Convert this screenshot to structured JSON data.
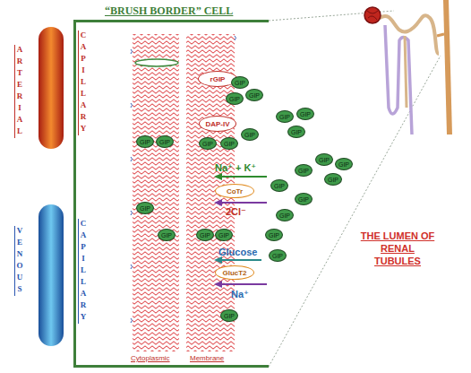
{
  "diagram": {
    "nodes": [
      {
        "text": [
          "“BRUSH BORDER” CELL"
        ]
      },
      {
        "text": [
          "ARTERIAL",
          "CAPILLARY"
        ]
      },
      {
        "text": [
          "VENOUS",
          "CAPILLARY"
        ]
      },
      {
        "text": [
          "rGIP"
        ],
        "in": 0
      },
      {
        "text": [
          "DAP-IV"
        ],
        "in": 0
      },
      {
        "text": [
          "CoTr"
        ],
        "in": 0
      },
      {
        "text": [
          "GlucT2"
        ],
        "in": 0
      },
      {
        "text": [
          "GIP"
        ],
        "in": 0
      },
      {
        "text": [
          "GIP"
        ],
        "in": 0
      },
      {
        "text": [
          "GIP"
        ],
        "in": 0
      },
      {
        "text": [
          "GIP"
        ],
        "in": 0
      },
      {
        "text": [
          "GIP"
        ],
        "in": 0
      },
      {
        "text": [
          "GIP"
        ],
        "in": 0
      },
      {
        "text": [
          "GIP"
        ],
        "in": 0
      },
      {
        "text": [
          "GIP"
        ],
        "in": 0
      },
      {
        "text": [
          "GIP"
        ],
        "in": 0
      },
      {
        "text": [
          "GIP"
        ],
        "in": 0
      },
      {
        "text": [
          "GIP"
        ],
        "in": 0
      },
      {
        "text": [
          "GIP"
        ],
        "in": 0
      },
      {
        "text": [
          "GIP"
        ],
        "in": 0
      },
      {
        "text": [
          "GIP"
        ]
      },
      {
        "text": [
          "GIP"
        ]
      },
      {
        "text": [
          "GIP"
        ]
      },
      {
        "text": [
          "GIP"
        ]
      },
      {
        "text": [
          "GIP"
        ]
      },
      {
        "text": [
          "GIP"
        ]
      },
      {
        "text": [
          "GIP"
        ]
      },
      {
        "text": [
          "GIP"
        ]
      },
      {
        "text": [
          "GIP"
        ]
      },
      {
        "text": [
          "GIP"
        ]
      },
      {
        "text": [
          "GIP"
        ]
      },
      {
        "text": [
          "GIP"
        ]
      }
    ],
    "labels": [
      "Na⁺ + K⁺",
      "2Cl⁻",
      "Glucose",
      "Na⁺",
      "Cytoplasmic",
      "Membrane",
      "THE LUMEN OF RENAL TUBULES"
    ]
  }
}
